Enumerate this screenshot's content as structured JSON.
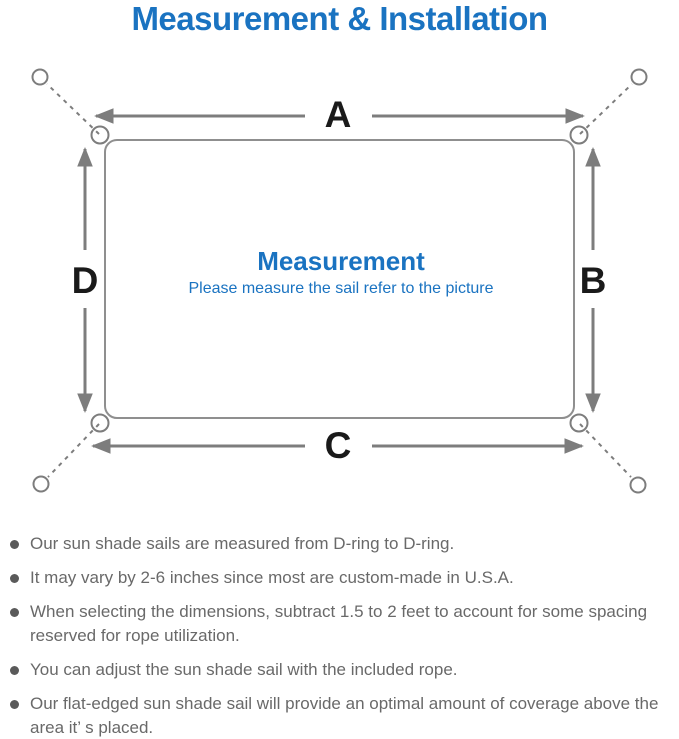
{
  "title": "Measurement & Installation",
  "diagram": {
    "labels": {
      "top": "A",
      "right": "B",
      "bottom": "C",
      "left": "D"
    },
    "center_heading": "Measurement",
    "center_subtitle": "Please measure the sail refer to the picture"
  },
  "colors": {
    "accent_blue": "#1a73c1",
    "arrow_gray": "#7d7d7d",
    "sail_outline_gray": "#8f8f8f",
    "body_text_gray": "#696969",
    "label_black": "#1a1a1a"
  },
  "instructions": [
    "Our sun shade sails are measured from D-ring to D-ring.",
    "It may vary by 2-6 inches since most are custom-made in U.S.A.",
    "When selecting the dimensions, subtract 1.5 to 2 feet to account for some spacing reserved for rope utilization.",
    "You can adjust the sun shade sail with the included rope.",
    "Our flat-edged sun shade sail will provide an optimal amount of coverage above the area it’ s placed."
  ]
}
